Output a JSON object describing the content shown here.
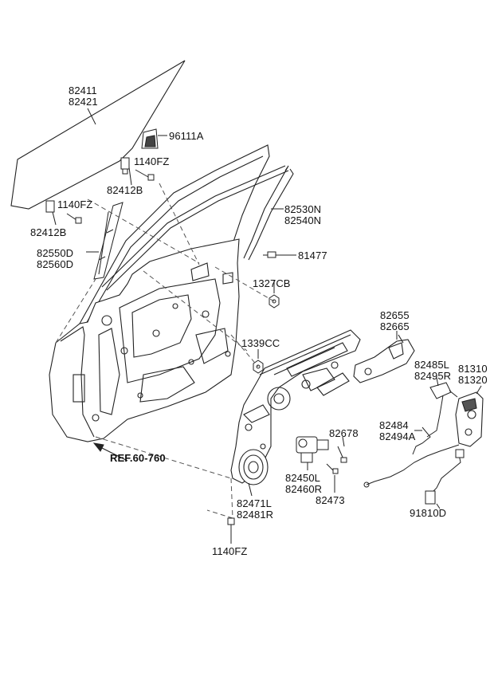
{
  "diagram": {
    "labels": {
      "glass_a": "82411",
      "glass_b": "82421",
      "delta_cover": "96111A",
      "bolt_upper": "1140FZ",
      "bracket_upper": "82412B",
      "bolt_left": "1140FZ",
      "bracket_left": "82412B",
      "channel_a": "82550D",
      "channel_b": "82560D",
      "weatherstrip_a": "82530N",
      "weatherstrip_b": "82540N",
      "clip_81477": "81477",
      "nut_1327": "1327CB",
      "nut_1339": "1339CC",
      "handle_a": "82655",
      "handle_b": "82665",
      "rod_a": "82485L",
      "rod_b": "82495R",
      "latch_a": "81310",
      "latch_b": "81320",
      "cable_a": "82484",
      "cable_b": "82494A",
      "screw_82678": "82678",
      "motor_a": "82450L",
      "motor_b": "82460R",
      "screw_82473": "82473",
      "regulator_a": "82471L",
      "regulator_b": "82481R",
      "wiring": "91810D",
      "bolt_bottom": "1140FZ",
      "ref_label": "REF.60-760"
    }
  }
}
